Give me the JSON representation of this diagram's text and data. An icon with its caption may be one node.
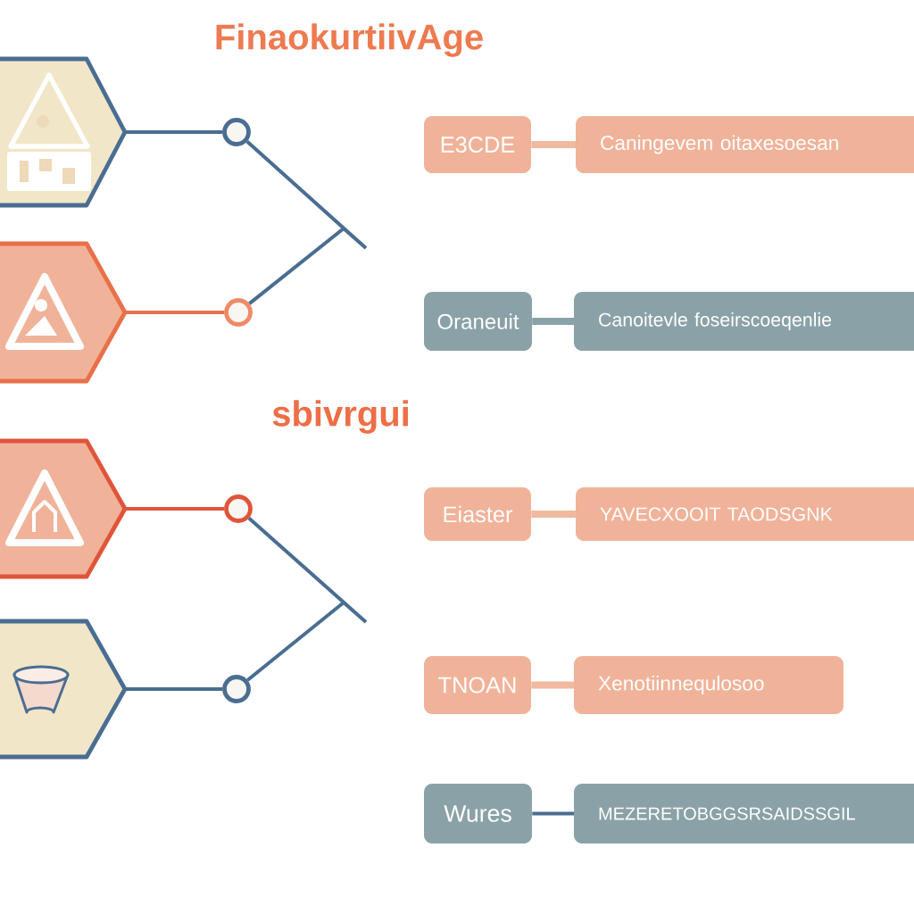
{
  "diagram": {
    "title": "FinaokurtiivAge",
    "nodes": [
      {
        "text": [],
        "shape": "hexagon"
      },
      {
        "text": [],
        "shape": "circle"
      },
      {
        "text": [],
        "shape": "hexagon"
      },
      {
        "text": [],
        "shape": "circle"
      },
      {
        "text": [],
        "shape": "hexagon"
      },
      {
        "text": [],
        "shape": "circle"
      },
      {
        "text": [],
        "shape": "hexagon"
      },
      {
        "text": [],
        "shape": "circle"
      },
      {
        "text": [
          "E3CDE"
        ]
      },
      {
        "text": [
          "Caningevem oitaxesoesan"
        ]
      },
      {
        "text": [
          "Oraneuit"
        ]
      },
      {
        "text": [
          "Canoitevle foseirscoeqenlie"
        ]
      },
      {
        "text": [
          "Eiaster"
        ]
      },
      {
        "text": [
          "YAVECXOOIT TAODSGNK"
        ]
      },
      {
        "text": [
          "TNOAN"
        ]
      },
      {
        "text": [
          "Xenotiinnequlosoo"
        ]
      },
      {
        "text": [
          "Wures"
        ]
      },
      {
        "text": [
          "MEZERETOBGGSRSAIDSSGIL"
        ]
      }
    ],
    "edges": [
      {
        "from": 0,
        "to": 1,
        "arrow": "none"
      },
      {
        "from": 2,
        "to": 3,
        "arrow": "none",
        "color": "#e8714a"
      },
      {
        "from": 4,
        "to": 5,
        "arrow": "none",
        "color": "#e0553a"
      },
      {
        "from": 6,
        "to": 7,
        "arrow": "none"
      },
      {
        "from": 1,
        "to": 3,
        "arrow": "none"
      },
      {
        "from": 5,
        "to": 7,
        "arrow": "none"
      },
      {
        "from": 8,
        "to": 9,
        "arrow": "none",
        "style": "thick",
        "color": "#f2b9a1"
      },
      {
        "from": 10,
        "to": 11,
        "arrow": "none",
        "style": "thick",
        "color": "#8aa2a7"
      },
      {
        "from": 12,
        "to": 13,
        "arrow": "none",
        "style": "thick",
        "color": "#f2b9a1"
      },
      {
        "from": 14,
        "to": 15,
        "arrow": "none",
        "style": "thick",
        "color": "#f2b9a1"
      },
      {
        "from": 16,
        "to": 17,
        "arrow": "none"
      }
    ],
    "labels": [
      "sbivrgui"
    ]
  }
}
